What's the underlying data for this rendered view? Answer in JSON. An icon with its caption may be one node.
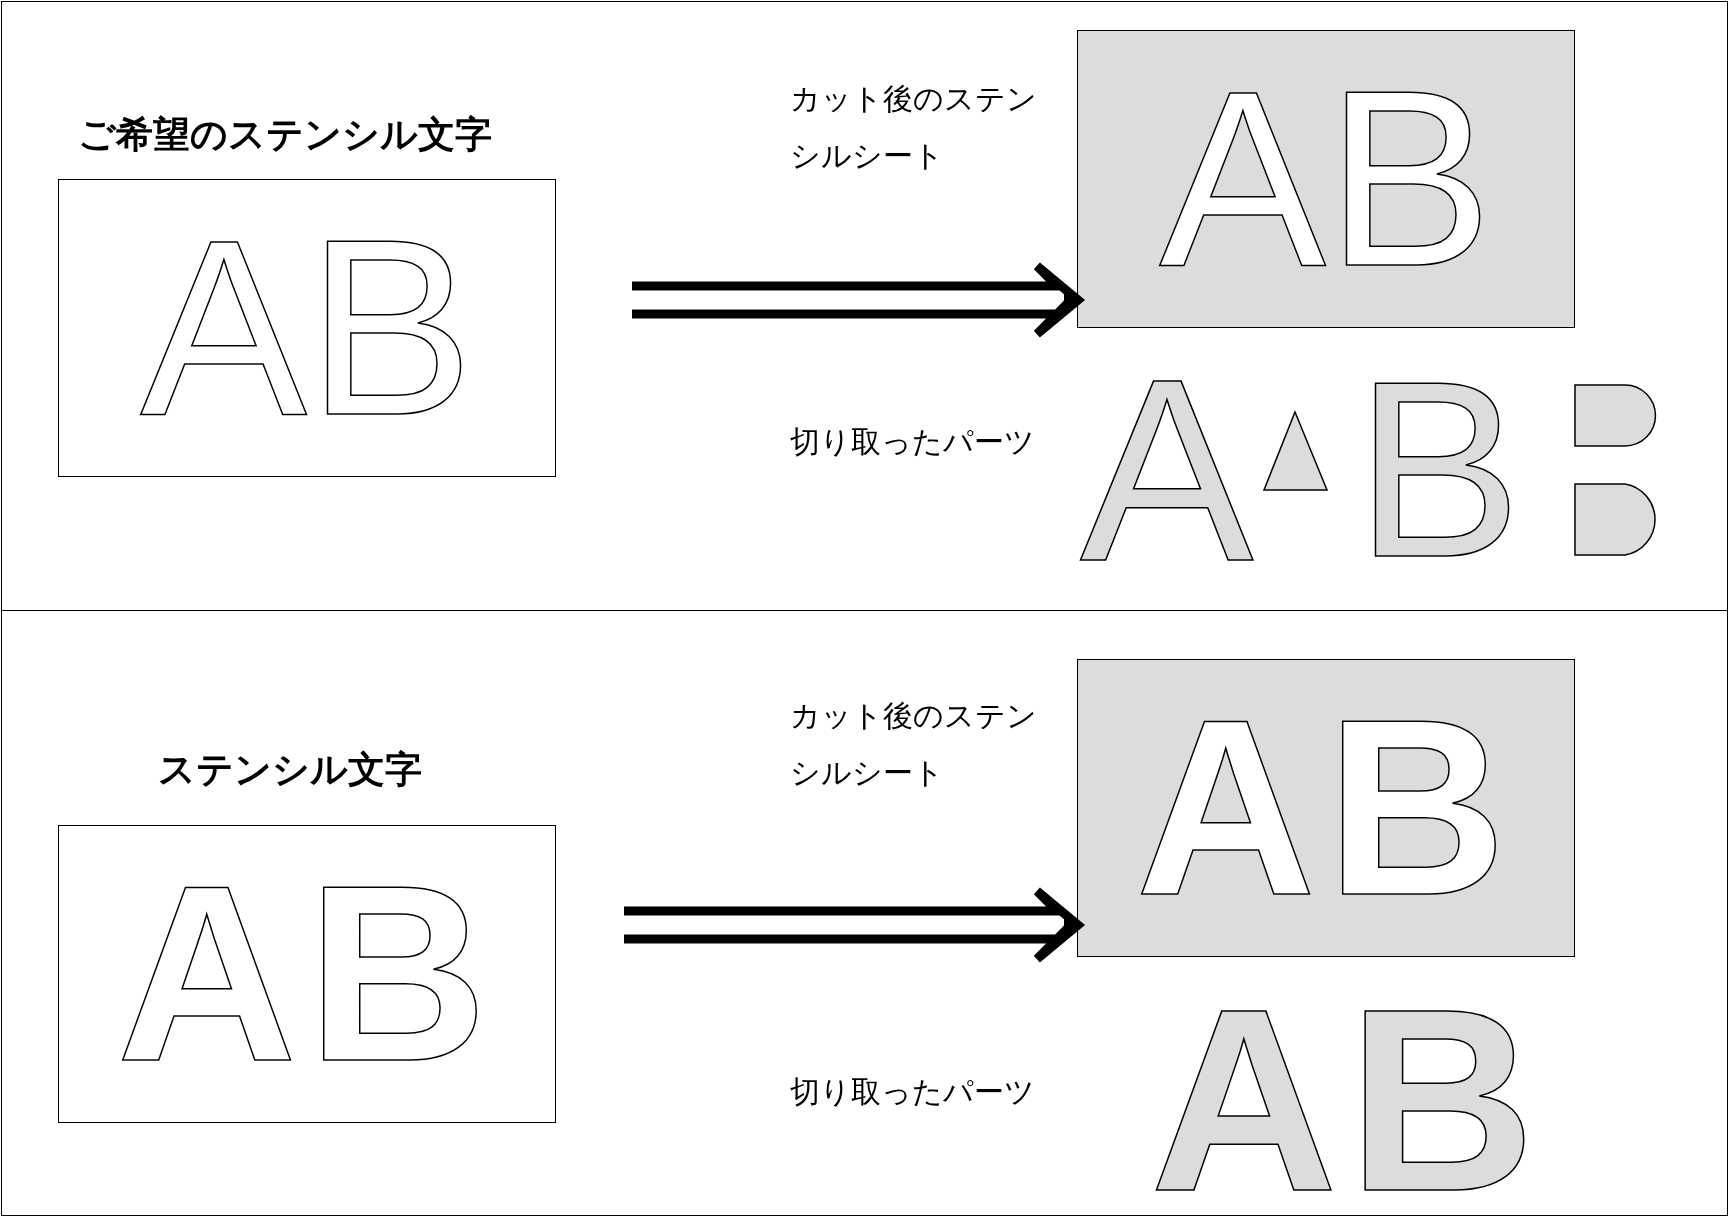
{
  "diagram": {
    "nodes": [
      {
        "text": [
          "ご希望のステンシル文字",
          "AB"
        ]
      },
      {
        "text": [
          "AB"
        ],
        "beside": [
          "カット後のステンシルシート"
        ]
      },
      {
        "text": [
          "ステンシル文字",
          "AB"
        ]
      },
      {
        "text": [
          "AB"
        ],
        "beside": [
          "カット後のステンシルシート"
        ]
      }
    ],
    "edges": [
      {
        "from": 0,
        "to": 1,
        "arrow": "to"
      },
      {
        "from": 2,
        "to": 3,
        "arrow": "to"
      }
    ],
    "labels": [
      "切り取ったパーツ",
      "A",
      "B",
      "切り取ったパーツ",
      "AB"
    ]
  }
}
